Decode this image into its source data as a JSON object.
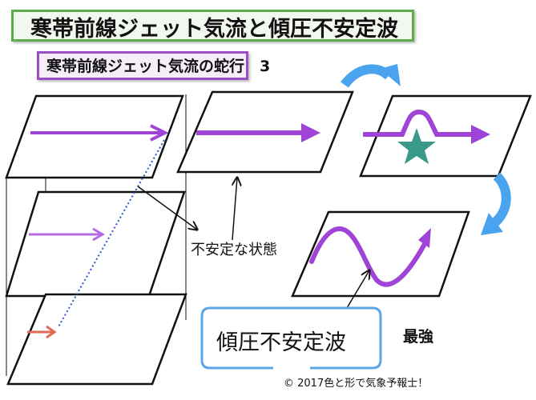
{
  "title": "寒帯前線ジェット気流と傾圧不安定波",
  "subtitle": "寒帯前線ジェット気流の蛇行　3",
  "labels": {
    "unstable_state": "不安定な状態",
    "baroclinic_wave": "傾圧不安定波",
    "strongest": "最強",
    "copyright": "© 2017色と形で気象予報士！"
  },
  "colors": {
    "title_border": "#5aad4a",
    "subtitle_border": "#9b4fc6",
    "jet_arrow": "#a044d8",
    "jet_arrow_light": "#b56be0",
    "lower_arrow": "#e06a55",
    "star": "#3a9a8a",
    "flow_arrow": "#4aa3ef",
    "box_border": "#5aa6e6"
  }
}
